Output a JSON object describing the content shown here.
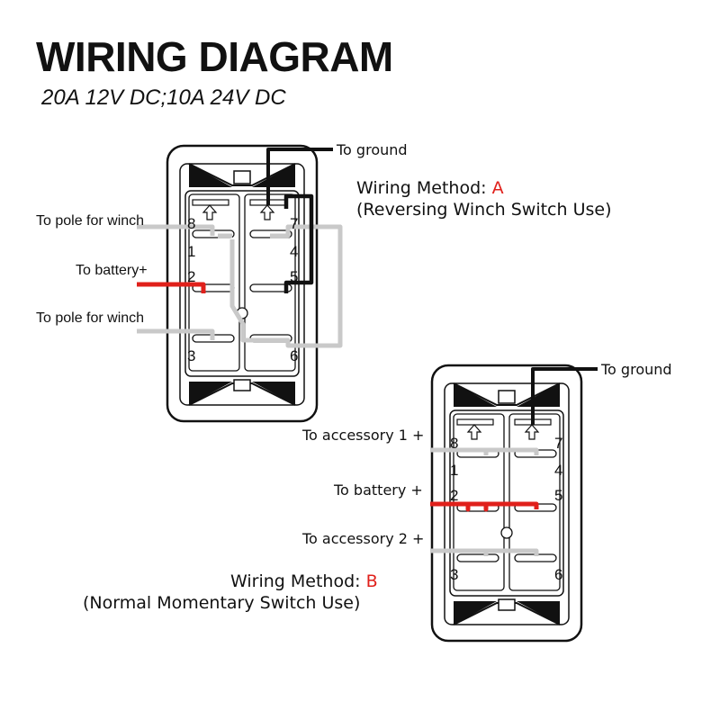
{
  "title": "WIRING DIAGRAM",
  "subtitle": "20A 12V DC;10A 24V DC",
  "colors": {
    "ink": "#111111",
    "wire_hot": "#e0201b",
    "wire_pole": "#c9c9c9",
    "accent": "#e0201b"
  },
  "method_a": {
    "prefix": "Wiring Method: ",
    "letter": "A",
    "use": "(Reversing Winch Switch Use)",
    "labels": {
      "ground": "To ground",
      "pole_top": "To pole for winch",
      "battery": "To battery+",
      "pole_bottom": "To pole for winch"
    },
    "pins": {
      "p8": "8",
      "p7": "7",
      "p1": "1",
      "p4": "4",
      "p2": "2",
      "p5": "5",
      "p3": "3",
      "p6": "6"
    }
  },
  "method_b": {
    "prefix": "Wiring Method: ",
    "letter": "B",
    "use": "(Normal Momentary Switch Use)",
    "labels": {
      "ground": "To ground",
      "accessory1": "To accessory 1 +",
      "battery": "To battery +",
      "accessory2": "To accessory 2 +"
    },
    "pins": {
      "p8": "8",
      "p7": "7",
      "p1": "1",
      "p4": "4",
      "p2": "2",
      "p5": "5",
      "p3": "3",
      "p6": "6"
    }
  }
}
